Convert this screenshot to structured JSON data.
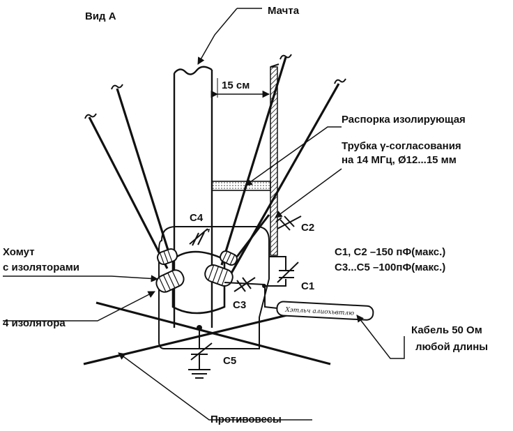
{
  "labels": {
    "view": "Вид А",
    "mast": "Мачта",
    "gap": "15 см",
    "spacer": "Распорка изолирующая",
    "gamma_tube_1": "Трубка γ-согласования",
    "gamma_tube_2": "на 14 МГц, Ø12...15 мм",
    "clamp_1": "Хомут",
    "clamp_2": "с изоляторами",
    "insulators": "4 изолятора",
    "cap_c1": "C1",
    "cap_c2": "C2",
    "cap_c3": "C3",
    "cap_c4": "C4",
    "cap_c5": "C5",
    "cap_spec_1": "C1, C2 –150 пФ(макс.)",
    "cap_spec_2": "C3...C5 –100пФ(макс.)",
    "cable_1": "Кабель 50 Ом",
    "cable_2": "любой длины",
    "counterpoises": "Противовесы",
    "cable_scribble": "Хэтльч алиохьвтлю"
  },
  "colors": {
    "ink": "#111111",
    "paper": "#ffffff",
    "hatch": "#555555"
  }
}
